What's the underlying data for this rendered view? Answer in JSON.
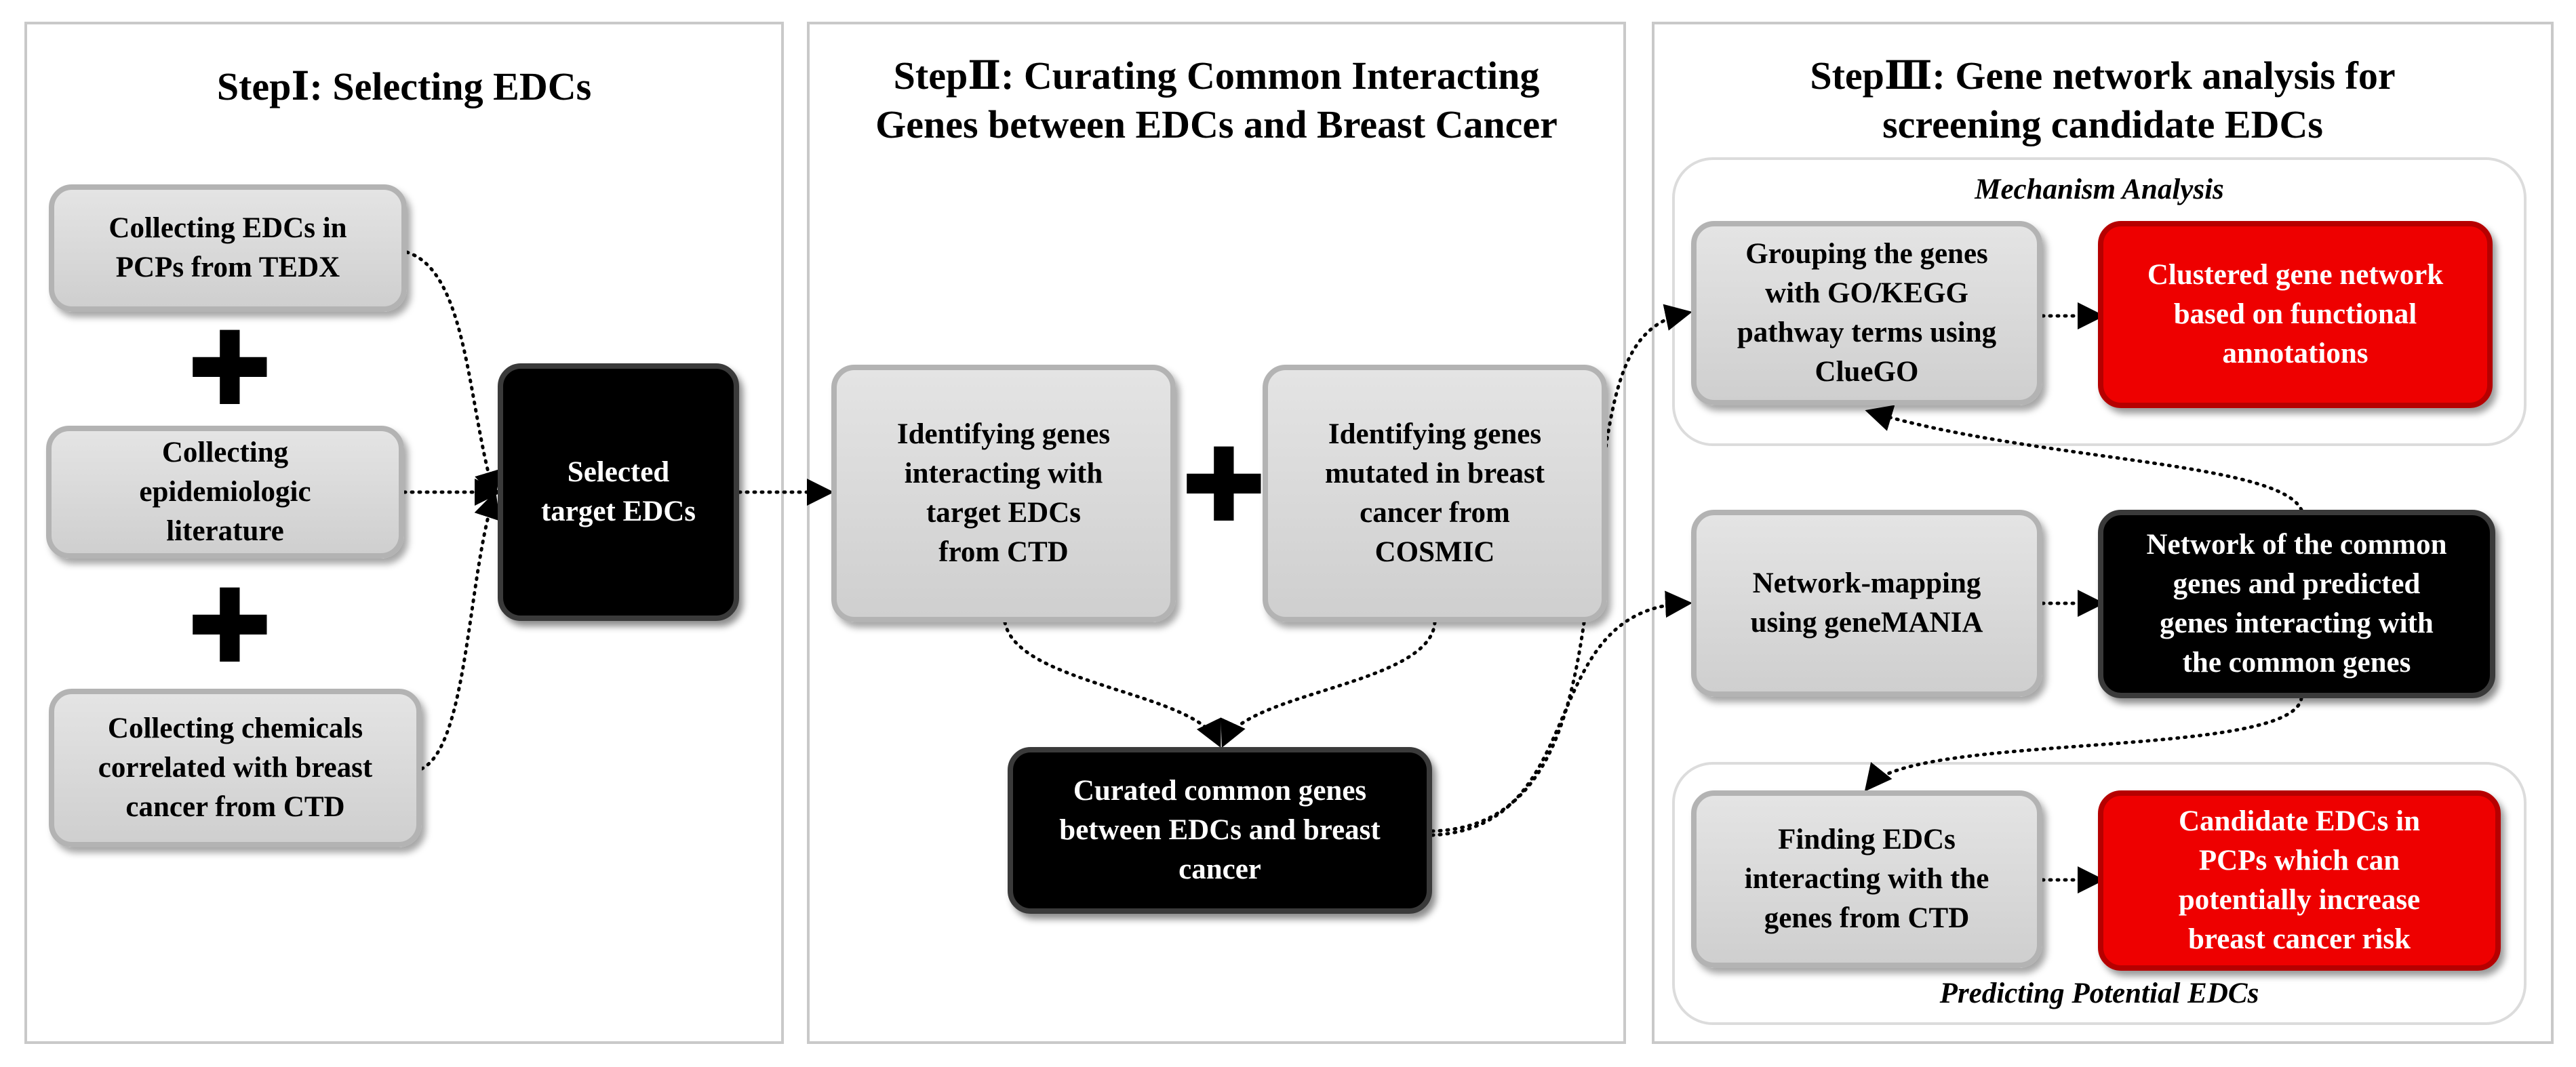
{
  "panels": {
    "step1": {
      "title": "StepⅠ: Selecting EDCs"
    },
    "step2": {
      "title": "StepⅡ: Curating Common Interacting\nGenes between EDCs and Breast Cancer"
    },
    "step3": {
      "title": "StepⅢ: Gene network analysis for\nscreening candidate EDCs"
    }
  },
  "nodes": {
    "collect_tedx": "Collecting EDCs in\nPCPs from TEDX",
    "collect_epi": "Collecting\nepidemiologic\nliterature",
    "collect_chem": "Collecting chemicals\ncorrelated with breast\ncancer from CTD",
    "selected": "Selected\ntarget EDCs",
    "ident_ctd": "Identifying genes\ninteracting with\ntarget EDCs\nfrom CTD",
    "ident_cosmic": "Identifying genes\nmutated in breast\ncancer from\nCOSMIC",
    "curated": "Curated common genes\nbetween EDCs and breast\ncancer",
    "grouping": "Grouping the genes\nwith GO/KEGG\npathway terms using\nClueGO",
    "clustered": "Clustered gene network\nbased on functional\nannotations",
    "netmap": "Network-mapping\nusing geneMANIA",
    "network": "Network of the common\ngenes and predicted\ngenes interacting with\nthe common genes",
    "finding": "Finding EDCs\ninteracting with the\ngenes from CTD",
    "candidate": "Candidate EDCs in\nPCPs which can\npotentially increase\nbreast cancer risk"
  },
  "groups": {
    "mechanism": "Mechanism Analysis",
    "predicting": "Predicting Potential EDCs"
  },
  "plus_symbol": "✚",
  "colors": {
    "grey": "#d6d6d6",
    "black": "#000000",
    "red": "#ee0000",
    "panel_border": "#c9c9c9"
  }
}
